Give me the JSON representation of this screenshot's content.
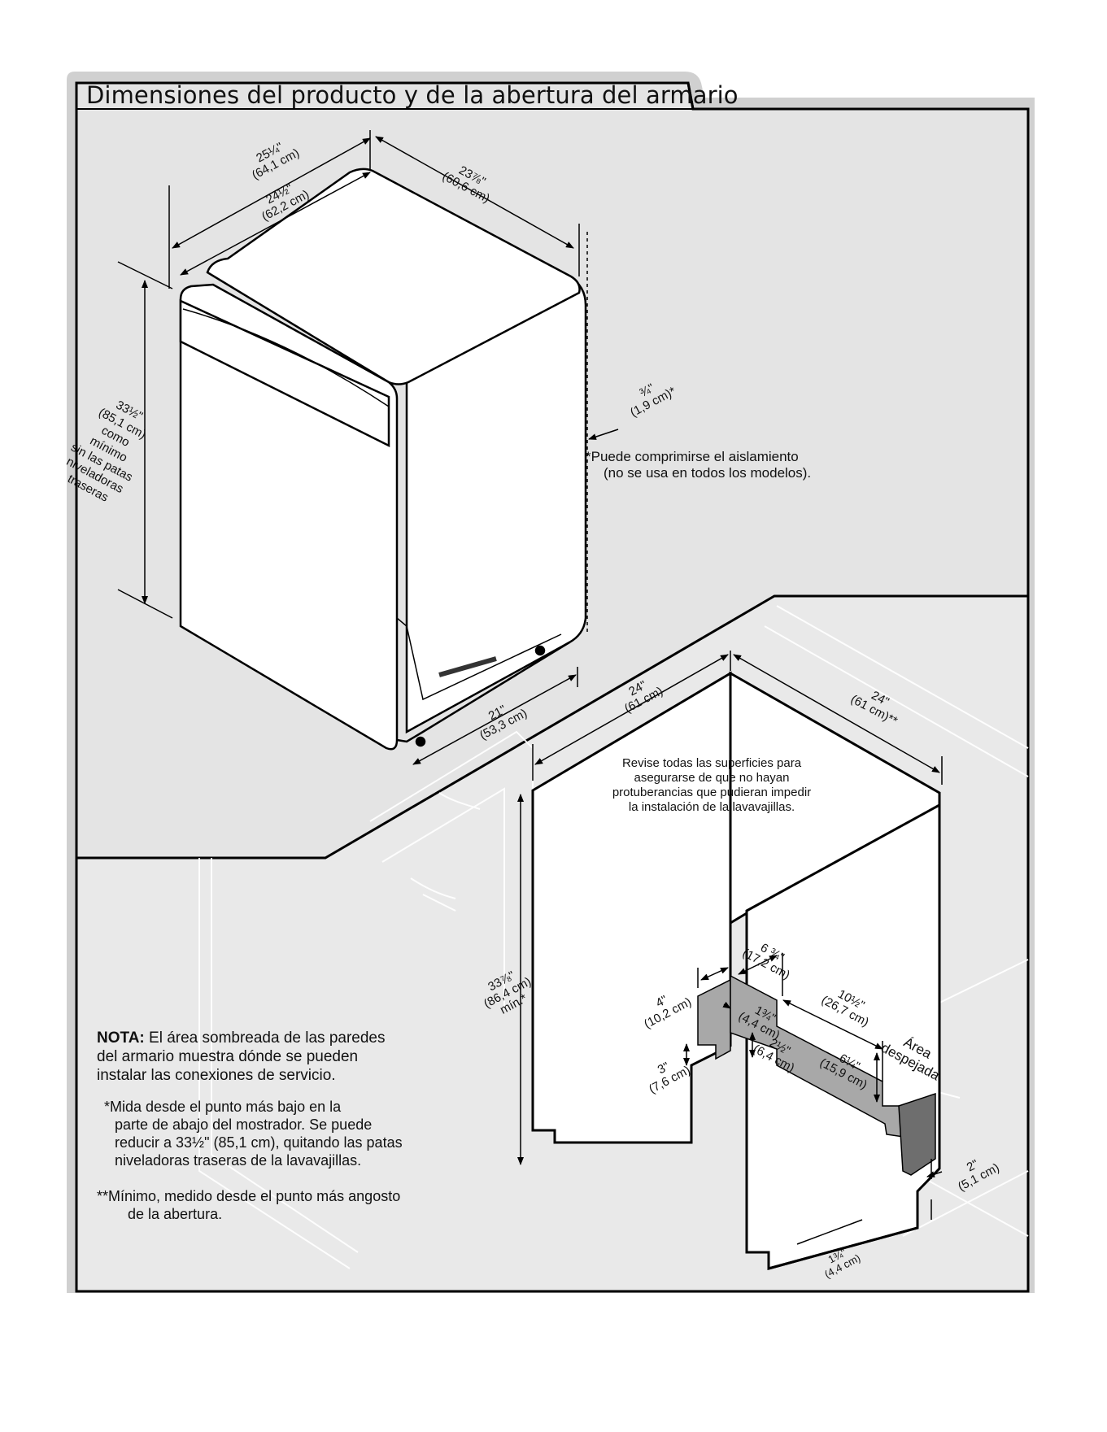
{
  "title": "Dimensiones del producto y de la abertura del armario",
  "colors": {
    "panel_bg": "#e4e4e4",
    "outline": "#000000",
    "shaded_area": "#a8a8a8",
    "white": "#ffffff"
  },
  "product": {
    "depth_outer": {
      "in": "25¼\"",
      "cm": "(64,1 cm)"
    },
    "depth_inner": {
      "in": "24½\"",
      "cm": "(62,2 cm)"
    },
    "width": {
      "in": "23⅞\"",
      "cm": "(60,6 cm)"
    },
    "height": {
      "in": "33½\"",
      "cm": "(85,1 cm)",
      "l1": "como",
      "l2": "mínimo",
      "l3": "sin las patas",
      "l4": "niveladoras",
      "l5": "traseras"
    },
    "insulation": {
      "in": "¾\"",
      "cm": "(1,9 cm)*"
    },
    "base_depth": {
      "in": "21\"",
      "cm": "(53,3 cm)"
    },
    "insulation_note_line1": "*Puede comprimirse el aislamiento",
    "insulation_note_line2": "(no se usa en todos los modelos)."
  },
  "cabinet": {
    "depth": {
      "in": "24\"",
      "cm": "(61 cm)"
    },
    "width": {
      "in": "24\"",
      "cm": "(61 cm)**"
    },
    "check_line1": "Revise todas las superficies para",
    "check_line2": "asegurarse de que no hayan",
    "check_line3": "protuberancias que pudieran impedir",
    "check_line4": "la instalación de la lavavajillas.",
    "height": {
      "in": "33⅞\"",
      "cm": "(86,4 cm)",
      "min": "mín.*"
    },
    "d_4": {
      "in": "4\"",
      "cm": "(10,2 cm)"
    },
    "d_3": {
      "in": "3\"",
      "cm": "(7,6 cm)"
    },
    "d_634": {
      "in": "6 ¾\"",
      "cm": "(17,2 cm)"
    },
    "d_134": {
      "in": "1¾\"",
      "cm": "(4,4 cm)"
    },
    "d_212": {
      "in": "2½\"",
      "cm": "(6,4 cm)"
    },
    "d_1012": {
      "in": "10½\"",
      "cm": "(26,7 cm)"
    },
    "d_614": {
      "in": "6¼\"",
      "cm": "(15,9 cm)"
    },
    "clear_area_1": "Área",
    "clear_area_2": "despejada",
    "d_2": {
      "in": "2\"",
      "cm": "(5,1 cm)"
    },
    "d_134b": {
      "in": "1¾\"",
      "cm": "(4,4 cm)"
    }
  },
  "notes": {
    "nota_label": "NOTA:",
    "nota_l1": " El área sombreada de las paredes",
    "nota_l2": "del armario muestra dónde se pueden",
    "nota_l3": "instalar las conexiones de servicio.",
    "star_l1": "*Mida desde el punto más bajo en la",
    "star_l2": "parte de abajo del mostrador. Se puede",
    "star_l3": "reducir a 33½\" (85,1 cm), quitando las patas",
    "star_l4": "niveladoras traseras de la lavavajillas.",
    "dstar_l1": "**Mínimo, medido desde el punto más angosto",
    "dstar_l2": "de la abertura."
  }
}
